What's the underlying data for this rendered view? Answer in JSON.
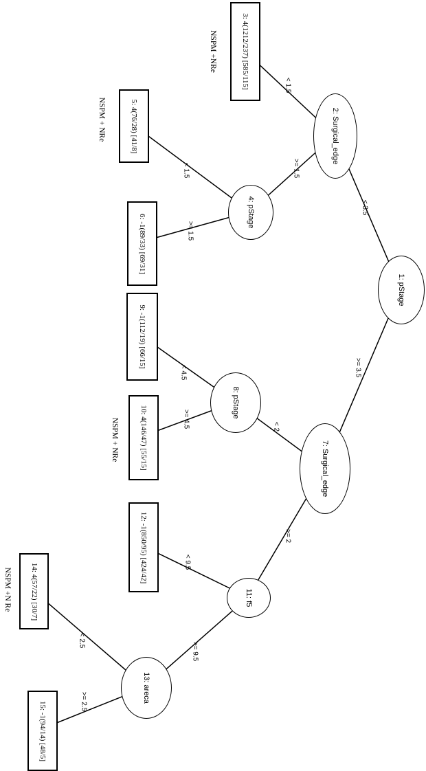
{
  "tree": {
    "decision_nodes": [
      {
        "id": "1",
        "label": "1: pStage"
      },
      {
        "id": "2",
        "label": "2: Surgical_edge"
      },
      {
        "id": "4",
        "label": "4: pStage"
      },
      {
        "id": "7",
        "label": "7: Surgical_edge"
      },
      {
        "id": "8",
        "label": "8: pStage"
      },
      {
        "id": "11",
        "label": "11: f5"
      },
      {
        "id": "13",
        "label": "13: areca"
      }
    ],
    "leaf_nodes": [
      {
        "id": "3",
        "label": "3: 4(1212/237) [585/115]"
      },
      {
        "id": "5",
        "label": "5: 4(76/28) [41/8]"
      },
      {
        "id": "6",
        "label": "6: -1(89/33) [69/31]"
      },
      {
        "id": "9",
        "label": "9: -1(112/19) [66/15]"
      },
      {
        "id": "10",
        "label": "10: 4(146/47) [55/15]"
      },
      {
        "id": "12",
        "label": "12: -1(850/95) [424/42]"
      },
      {
        "id": "14",
        "label": "14: 4(57/22) [30/7]"
      },
      {
        "id": "15",
        "label": "15: -1(94/14) [48/5]"
      }
    ],
    "edge_labels": [
      {
        "from": "1",
        "to": "2",
        "label": "< 3.5"
      },
      {
        "from": "1",
        "to": "7",
        "label": ">= 3.5"
      },
      {
        "from": "2",
        "to": "3",
        "label": "< 1.5"
      },
      {
        "from": "2",
        "to": "4",
        "label": ">= 1.5"
      },
      {
        "from": "4",
        "to": "5",
        "label": "< 1.5"
      },
      {
        "from": "4",
        "to": "6",
        "label": ">= 1.5"
      },
      {
        "from": "7",
        "to": "8",
        "label": "< 2"
      },
      {
        "from": "7",
        "to": "11",
        "label": ">= 2"
      },
      {
        "from": "8",
        "to": "9",
        "label": "< 4.5"
      },
      {
        "from": "8",
        "to": "10",
        "label": ">= 4.5"
      },
      {
        "from": "11",
        "to": "12",
        "label": "< 9.5"
      },
      {
        "from": "11",
        "to": "13",
        "label": ">= 9.5"
      },
      {
        "from": "13",
        "to": "14",
        "label": "< 2.5"
      },
      {
        "from": "13",
        "to": "15",
        "label": ">= 2.5"
      }
    ],
    "annotations": [
      {
        "near_leaf": "3",
        "label": "NSPM +NRe"
      },
      {
        "near_leaf": "5",
        "label": "NSPM + NRe"
      },
      {
        "near_leaf": "10",
        "label": "NSPM + NRe"
      },
      {
        "near_leaf": "14",
        "label": "NSPM +N Re"
      }
    ],
    "colors": {
      "stroke": "#000000",
      "background": "#ffffff"
    }
  }
}
